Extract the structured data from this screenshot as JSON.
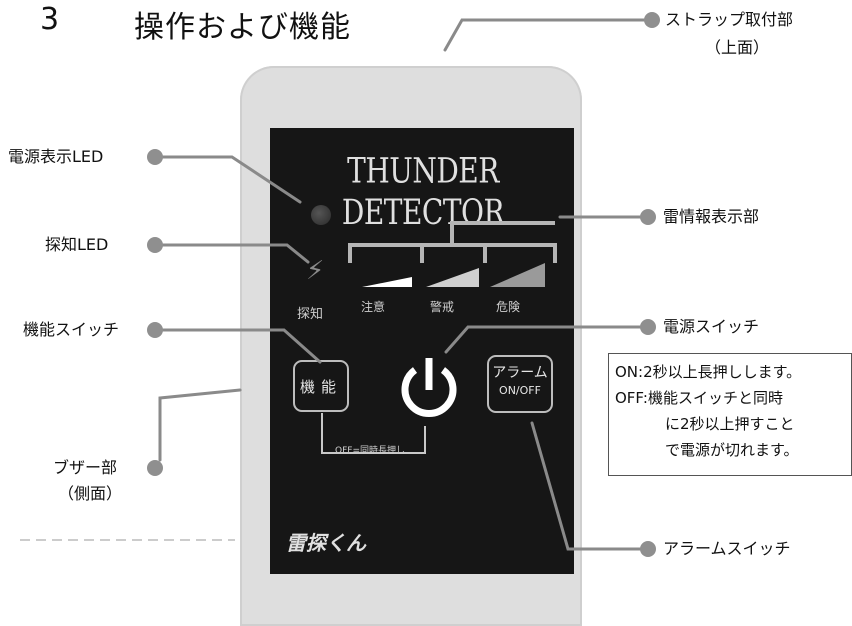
{
  "heading": {
    "number": "3",
    "title": "操作および機能"
  },
  "callouts": {
    "strap": {
      "line1": "ストラップ取付部",
      "line2": "（上面）"
    },
    "power_led": "電源表示LED",
    "detect_led": "探知LED",
    "thunder_info": "雷情報表示部",
    "function_switch": "機能スイッチ",
    "power_switch": "電源スイッチ",
    "buzzer": {
      "line1": "ブザー部",
      "line2": "（側面）"
    },
    "alarm_switch": "アラームスイッチ"
  },
  "device": {
    "title": "THUNDER DETECTOR",
    "detect_label": "探知",
    "levels": [
      "注意",
      "警戒",
      "危険"
    ],
    "function_button": "機能",
    "alarm_button": {
      "line1": "アラーム",
      "line2": "ON/OFF"
    },
    "off_label": "OFF=同時長押し",
    "logo": "雷探くん"
  },
  "note": {
    "lines": [
      "ON:2秒以上長押しします。",
      "OFF:機能スイッチと同時",
      "に2秒以上押すこと",
      "で電源が切れます。"
    ]
  },
  "colors": {
    "panel": "#161616",
    "device_body": "#dedede",
    "callout_dot": "#8f8f8f"
  }
}
